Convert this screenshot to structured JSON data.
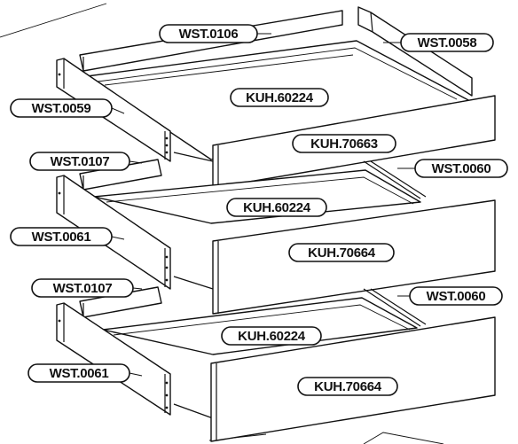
{
  "labels": {
    "wst_0106": "WST.0106",
    "wst_0058": "WST.0058",
    "wst_0059": "WST.0059",
    "kuh_60224_top": "KUH.60224",
    "kuh_70663": "KUH.70663",
    "wst_0107_mid": "WST.0107",
    "wst_0060_mid": "WST.0060",
    "kuh_60224_mid": "KUH.60224",
    "wst_0061_mid": "WST.0061",
    "kuh_70664_mid": "KUH.70664",
    "wst_0107_bot": "WST.0107",
    "wst_0060_bot": "WST.0060",
    "kuh_60224_bot": "KUH.60224",
    "wst_0061_bot": "WST.0061",
    "kuh_70664_bot": "KUH.70664"
  }
}
